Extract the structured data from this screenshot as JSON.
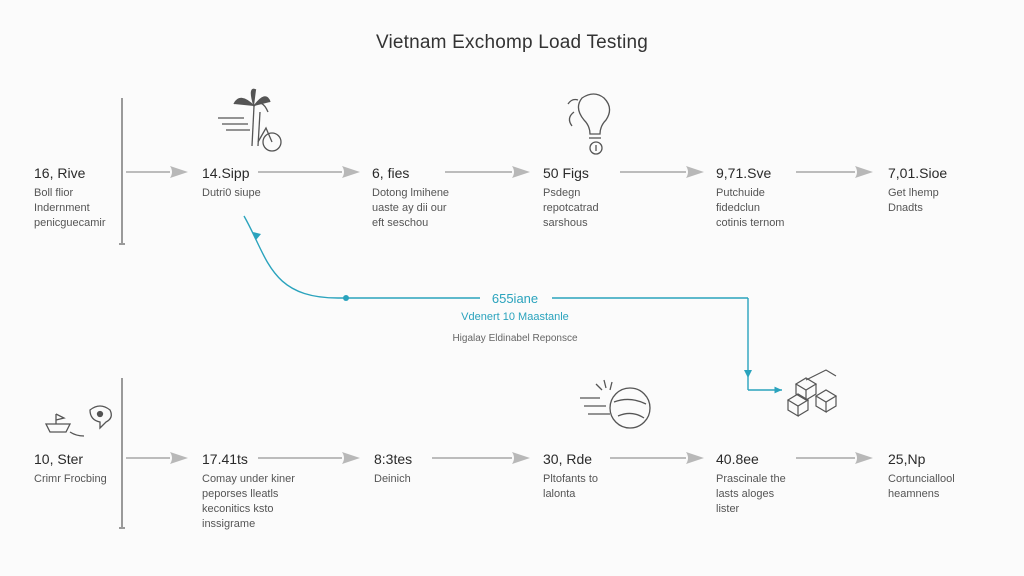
{
  "title": "Vietnam Exchomp Load Testing",
  "accent_color": "#2aa3bd",
  "center": {
    "main": "655iane",
    "sub": "Vdenert 10 Maastanle",
    "note": "Higalay Eldinabel Reponsce"
  },
  "top_row": [
    {
      "head": "16, Rive",
      "lines": [
        "Boll flior",
        "Indernment",
        "penicguecamir"
      ]
    },
    {
      "head": "14.Sipp",
      "lines": [
        "Dutri0 siupe"
      ]
    },
    {
      "head": "6, fies",
      "lines": [
        "Dotong lmihene",
        "uaste ay dii our",
        "eft seschou"
      ]
    },
    {
      "head": "50 Figs",
      "lines": [
        "Psdegn",
        "repotcatrad",
        "sarshous"
      ]
    },
    {
      "head": "9,71.Sve",
      "lines": [
        "Putchuide",
        "fidedclun",
        "cotinis ternom"
      ]
    },
    {
      "head": "7,01.Sioe",
      "lines": [
        "Get lhemp",
        "Dnadts"
      ]
    }
  ],
  "bottom_row": [
    {
      "head": "10, Ster",
      "lines": [
        "Crimr Frocbing"
      ]
    },
    {
      "head": "17.41ts",
      "lines": [
        "Comay under kiner",
        "peporses lleatls",
        "keconitics ksto",
        "inssigrame"
      ]
    },
    {
      "head": "8:3tes",
      "lines": [
        "Deinich"
      ]
    },
    {
      "head": "30, Rde",
      "lines": [
        "Pltofants to",
        "lalonta"
      ]
    },
    {
      "head": "40.8ee",
      "lines": [
        "Prascinale the",
        "lasts aloges",
        "lister"
      ]
    },
    {
      "head": "25,Np",
      "lines": [
        "Cortunciallool",
        "heamnens"
      ]
    }
  ],
  "icons": [
    "palm-tree-bike-icon",
    "lightbulb-head-icon",
    "ship-chat-icon",
    "hand-globe-icon",
    "cube-stack-icon"
  ]
}
